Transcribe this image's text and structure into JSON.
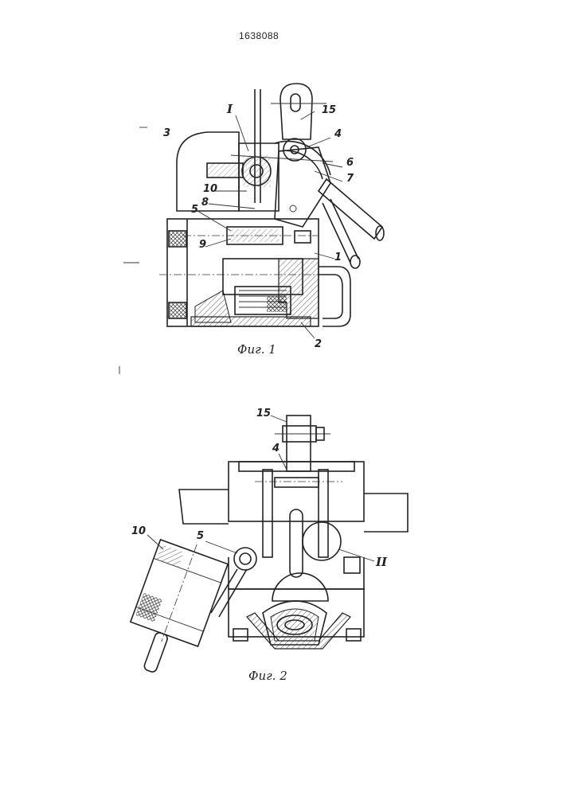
{
  "patent_number": "1638088",
  "figures": [
    {
      "caption": "Фиг. 1",
      "labels": {
        "l15": "15",
        "l4": "4",
        "l6": "6",
        "l7": "7",
        "lI": "I",
        "l3": "3",
        "l10": "10",
        "l8": "8",
        "l5": "5",
        "l9": "9",
        "l1": "1",
        "l2": "2"
      }
    },
    {
      "caption": "Фиг. 2",
      "labels": {
        "l15": "15",
        "l4": "4",
        "l10": "10",
        "l5": "5",
        "lII": "II"
      }
    }
  ]
}
